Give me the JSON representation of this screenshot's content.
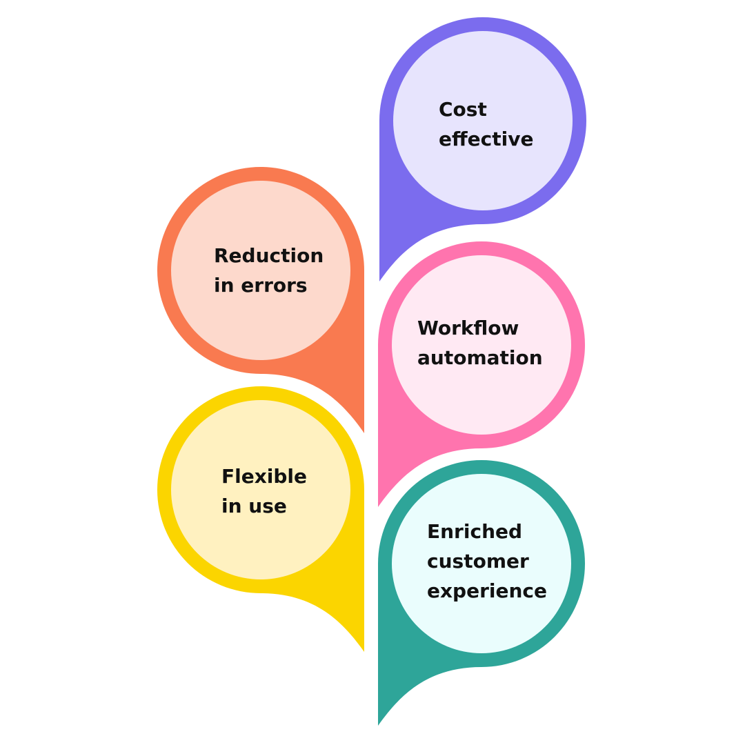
{
  "bubbles": [
    {
      "id": "cost-effective",
      "lines": [
        "Cost",
        "effective"
      ],
      "ring_color": "#7B6CEE",
      "fill_color": "#E7E4FD"
    },
    {
      "id": "reduction-in-errors",
      "lines": [
        "Reduction",
        "in errors"
      ],
      "ring_color": "#F97A50",
      "fill_color": "#FDD9CC"
    },
    {
      "id": "workflow-automation",
      "lines": [
        "Workflow",
        "automation"
      ],
      "ring_color": "#FF74AE",
      "fill_color": "#FFE9F3"
    },
    {
      "id": "flexible-in-use",
      "lines": [
        "Flexible",
        "in use"
      ],
      "ring_color": "#FBD500",
      "fill_color": "#FFF1C0"
    },
    {
      "id": "enriched-customer-experience",
      "lines": [
        "Enriched",
        "customer",
        "experience"
      ],
      "ring_color": "#2EA599",
      "fill_color": "#EAFDFD"
    }
  ]
}
